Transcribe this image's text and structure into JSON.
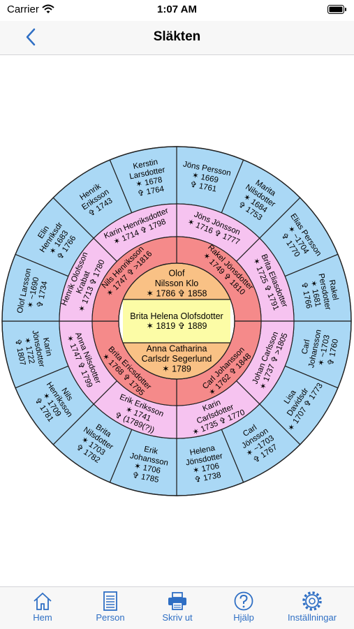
{
  "status": {
    "carrier": "Carrier",
    "time": "1:07 AM"
  },
  "nav": {
    "title": "Släkten",
    "back_icon": "chevron-left-icon"
  },
  "colors": {
    "accent": "#2f6fc4",
    "ring_blue": "#aad8f5",
    "ring_pink": "#f6c3f0",
    "ring_red": "#f58a8a",
    "ring_orange": "#f9c185",
    "ring_yellow": "#fcfca6",
    "stroke": "#222222"
  },
  "fan": {
    "center": {
      "father_lines": [
        "Olof",
        "Nilsson Klo",
        "✶ 1786 ✞ 1858"
      ],
      "self_lines": [
        "Brita Helena Olofsdotter",
        "✶ 1819 ✞ 1889"
      ],
      "mother_lines": [
        "Anna Catharina",
        "Carlsdr Segerlund",
        "✶ 1789"
      ]
    },
    "ring1": [
      {
        "lines": [
          "Rakel Jönsdotter",
          "✶ 1749 ✞ 1810"
        ]
      },
      {
        "lines": [
          "Carl Johansson",
          "✶ 1762 ✞ 1848"
        ]
      },
      {
        "lines": [
          "Brita Ericsdotter",
          "✶ 1768 ✞ 1795"
        ]
      },
      {
        "lines": [
          "Nils Henriksson",
          "✶ 1747 ✞ >1816"
        ]
      }
    ],
    "ring2": [
      {
        "lines": [
          "Jöns Jönsson",
          "✶ 1716 ✞ 1777"
        ]
      },
      {
        "lines": [
          "Brita Eliasdotter",
          "✶ 1725 ✞ 1791"
        ]
      },
      {
        "lines": [
          "Johan Carlsson",
          "✶ 1737 ✞ >1805"
        ]
      },
      {
        "lines": [
          "Karin",
          "Carlsdotter",
          "✶ 1735 ✞ 1770"
        ]
      },
      {
        "lines": [
          "Erik Eriksson",
          "✶ 1741",
          "✞ (1789(?))"
        ]
      },
      {
        "lines": [
          "Anna Nilsdotter",
          "✶ 1747 ✞ 1799"
        ]
      },
      {
        "lines": [
          "Henrik Olofsson",
          "Krabat",
          "✶ 1713 ✞ 1780"
        ]
      },
      {
        "lines": [
          "Karin Henriksdotter",
          "✶ 1714 ✞ 1798"
        ]
      }
    ],
    "ring3": [
      {
        "lines": [
          "Jöns Persson",
          "✶ 1669",
          "✞ 1761"
        ]
      },
      {
        "lines": [
          "Marita",
          "Nilsdotter",
          "✶ 1684",
          "✞ 1753"
        ]
      },
      {
        "lines": [
          "Elias Persson",
          "✶ ~1704",
          "✞ 1770"
        ]
      },
      {
        "lines": [
          "Rakel",
          "Persdotter",
          "✶ 1681",
          "✞ 1766"
        ]
      },
      {
        "lines": [
          "Carl",
          "Johansson",
          "✶ ~1703",
          "✞ 1760"
        ]
      },
      {
        "lines": [
          "Lisa",
          "Davidsdr",
          "✶ 1707 ✞ 1773"
        ]
      },
      {
        "lines": [
          "Carl",
          "Jönsson",
          "✶ ~1703",
          "✞ 1767"
        ]
      },
      {
        "lines": [
          "Helena",
          "Jönsdotter",
          "✶ 1706",
          "✞ 1738"
        ]
      },
      {
        "lines": [
          "Erik",
          "Johansson",
          "✶ 1706",
          "✞ 1785"
        ]
      },
      {
        "lines": [
          "Brita",
          "Nilsdotter",
          "✶ 1703",
          "✞ 1782"
        ]
      },
      {
        "lines": [
          "Nils",
          "Henriksson",
          "✶ 1709",
          "✞ 1781"
        ]
      },
      {
        "lines": [
          "Karin",
          "Jönsdotter",
          "✶ 1722",
          "✞ 1807"
        ]
      },
      {
        "lines": [
          "Olof Larsson",
          "✶ ~1690",
          "✞ 1734"
        ]
      },
      {
        "lines": [
          "Elin",
          "Henriksdr",
          "✶ 1683",
          "✞ 1766"
        ]
      },
      {
        "lines": [
          "Henrik",
          "Eriksson",
          "✞ 1743"
        ]
      },
      {
        "lines": [
          "Kerstin",
          "Larsdotter",
          "✶ 1678",
          "✞ 1764"
        ]
      }
    ]
  },
  "tabs": [
    {
      "label": "Hem",
      "icon": "house-icon"
    },
    {
      "label": "Person",
      "icon": "document-icon"
    },
    {
      "label": "Skriv ut",
      "icon": "printer-icon"
    },
    {
      "label": "Hjälp",
      "icon": "question-icon"
    },
    {
      "label": "Inställningar",
      "icon": "gear-icon"
    }
  ]
}
